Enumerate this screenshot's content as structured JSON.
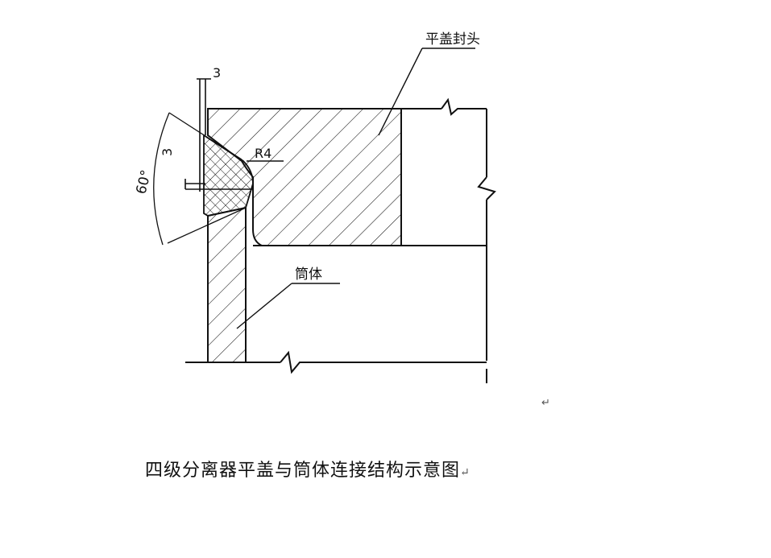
{
  "labels": {
    "flat_cover": "平盖封头",
    "shell": "筒体",
    "radius": "R4",
    "angle": "60°",
    "gap_top": "3",
    "gap_side": "3"
  },
  "paragraph_mark": "↵",
  "caption": "四级分离器平盖与筒体连接结构示意图"
}
